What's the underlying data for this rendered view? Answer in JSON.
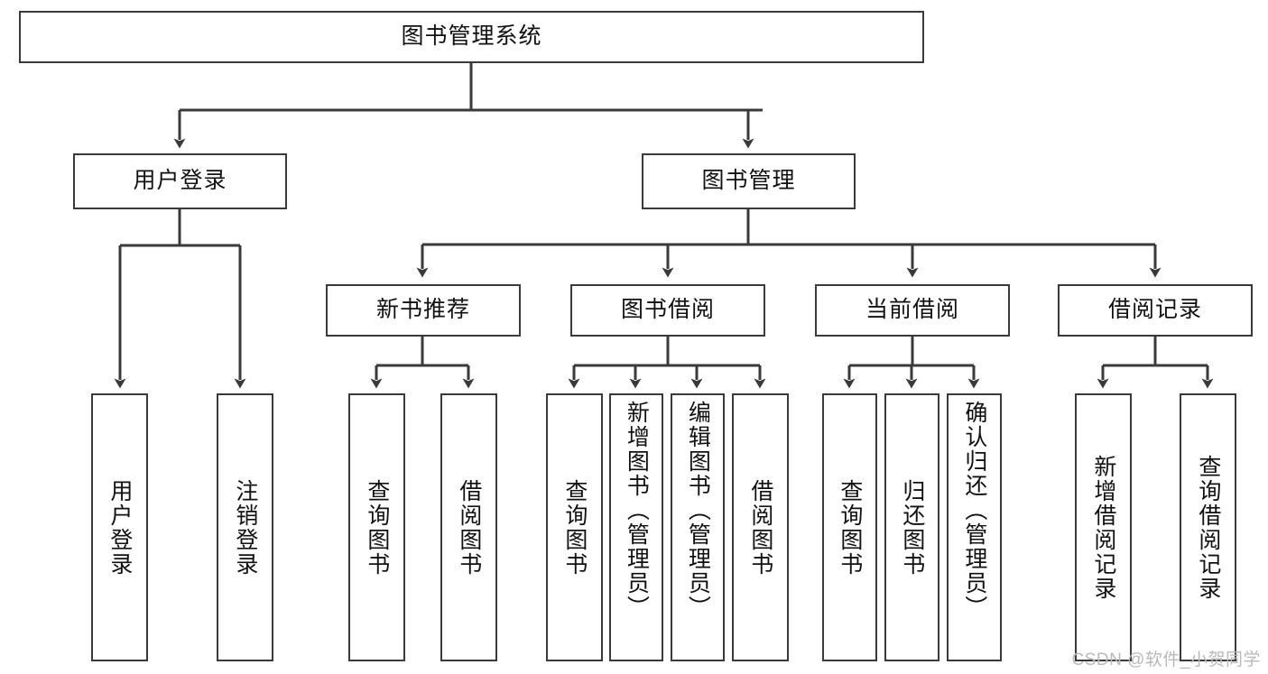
{
  "diagram": {
    "type": "tree-hierarchy",
    "title": "图书管理系统",
    "orientation": "top-down",
    "watermark": "CSDN @软件_小贺同学",
    "colors": {
      "node_border": "#3a3a3a",
      "node_fill": "#ffffff",
      "edge": "#3a3a3a",
      "text": "#111111",
      "watermark": "#b9b9b9",
      "background": "#ffffff"
    },
    "levels": {
      "root": {
        "label": "图书管理系统"
      },
      "level2": [
        {
          "id": "user-login",
          "label": "用户登录"
        },
        {
          "id": "book-management",
          "label": "图书管理"
        }
      ],
      "level3": [
        {
          "id": "new-book-recommend",
          "label": "新书推荐",
          "parent": "book-management"
        },
        {
          "id": "book-borrow",
          "label": "图书借阅",
          "parent": "book-management"
        },
        {
          "id": "current-borrow",
          "label": "当前借阅",
          "parent": "book-management"
        },
        {
          "id": "borrow-record",
          "label": "借阅记录",
          "parent": "book-management"
        }
      ],
      "leaves": [
        {
          "id": "leaf-user-login",
          "label": "用户登录",
          "parent": "user-login"
        },
        {
          "id": "leaf-logout-login",
          "label": "注销登录",
          "parent": "user-login"
        },
        {
          "id": "leaf-query-book-1",
          "label": "查询图书",
          "parent": "new-book-recommend"
        },
        {
          "id": "leaf-borrow-book-1",
          "label": "借阅图书",
          "parent": "new-book-recommend"
        },
        {
          "id": "leaf-query-book-2",
          "label": "查询图书",
          "parent": "book-borrow"
        },
        {
          "id": "leaf-add-book",
          "label": "新增图书（管理员）",
          "parent": "book-borrow"
        },
        {
          "id": "leaf-edit-book",
          "label": "编辑图书（管理员）",
          "parent": "book-borrow"
        },
        {
          "id": "leaf-borrow-book-2",
          "label": "借阅图书",
          "parent": "book-borrow"
        },
        {
          "id": "leaf-query-book-3",
          "label": "查询图书",
          "parent": "current-borrow"
        },
        {
          "id": "leaf-return-book",
          "label": "归还图书",
          "parent": "current-borrow"
        },
        {
          "id": "leaf-confirm-return",
          "label": "确认归还（管理员）",
          "parent": "current-borrow"
        },
        {
          "id": "leaf-add-record",
          "label": "新增借阅记录",
          "parent": "borrow-record"
        },
        {
          "id": "leaf-query-record",
          "label": "查询借阅记录",
          "parent": "borrow-record"
        }
      ]
    }
  }
}
